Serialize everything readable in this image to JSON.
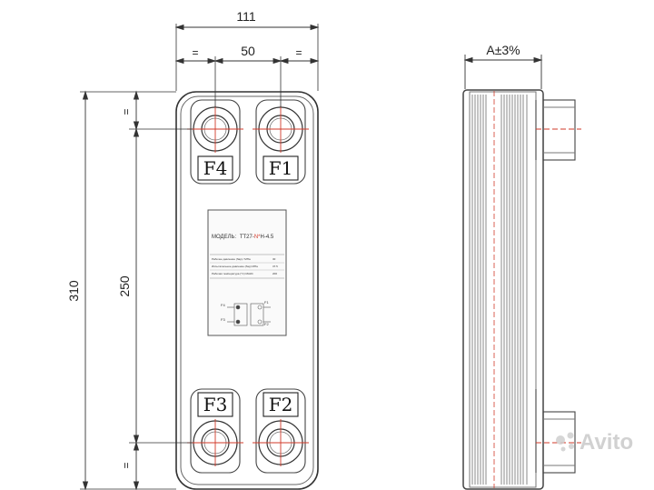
{
  "front_view": {
    "dimensions": {
      "overall_width": "111",
      "port_spacing_h": "50",
      "equal_left": "=",
      "equal_right": "=",
      "overall_height": "310",
      "port_spacing_v": "250",
      "equal_top": "=",
      "equal_bottom": "="
    },
    "ports": {
      "top_left": "F4",
      "top_right": "F1",
      "bottom_left": "F3",
      "bottom_right": "F2"
    },
    "nameplate": {
      "model_prefix": "МОДЕЛЬ:",
      "model_main": "TT27-",
      "model_highlight": "N*",
      "model_suffix": "H-4.5",
      "rows": [
        {
          "label": "Рабочее давление (бар) / МПа",
          "value": "30"
        },
        {
          "label": "Испытательное давление (бар) МПа",
          "value": "37.5"
        },
        {
          "label": "Рабочая температура (°С) МАКС",
          "value": "200"
        }
      ],
      "diagram_labels": [
        "F4",
        "F1",
        "F3",
        "F2"
      ]
    }
  },
  "side_view": {
    "dimension_label": "A±3%"
  },
  "watermark": {
    "text": "Avito"
  }
}
